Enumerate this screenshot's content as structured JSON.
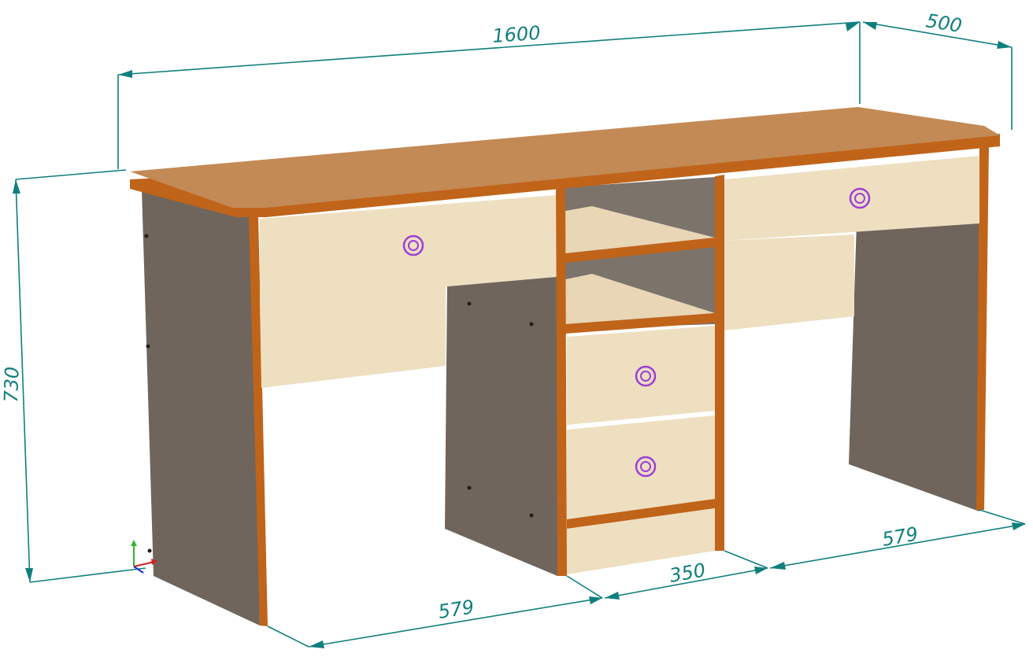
{
  "dimensions": {
    "width": "1600",
    "depth": "500",
    "height": "730",
    "left_section": "579",
    "middle_section": "350",
    "right_section": "579"
  },
  "colors": {
    "dimension_line": "#0f7f7d",
    "top_surface": "#c38a55",
    "edge_band": "#c0641a",
    "carcass_gray": "#6f655d",
    "drawer_front": "#eedfc1",
    "knob": "#9b3fd6"
  },
  "icons": {
    "axis": "xyz-axis-triad-icon",
    "knob": "drawer-knob-icon"
  }
}
